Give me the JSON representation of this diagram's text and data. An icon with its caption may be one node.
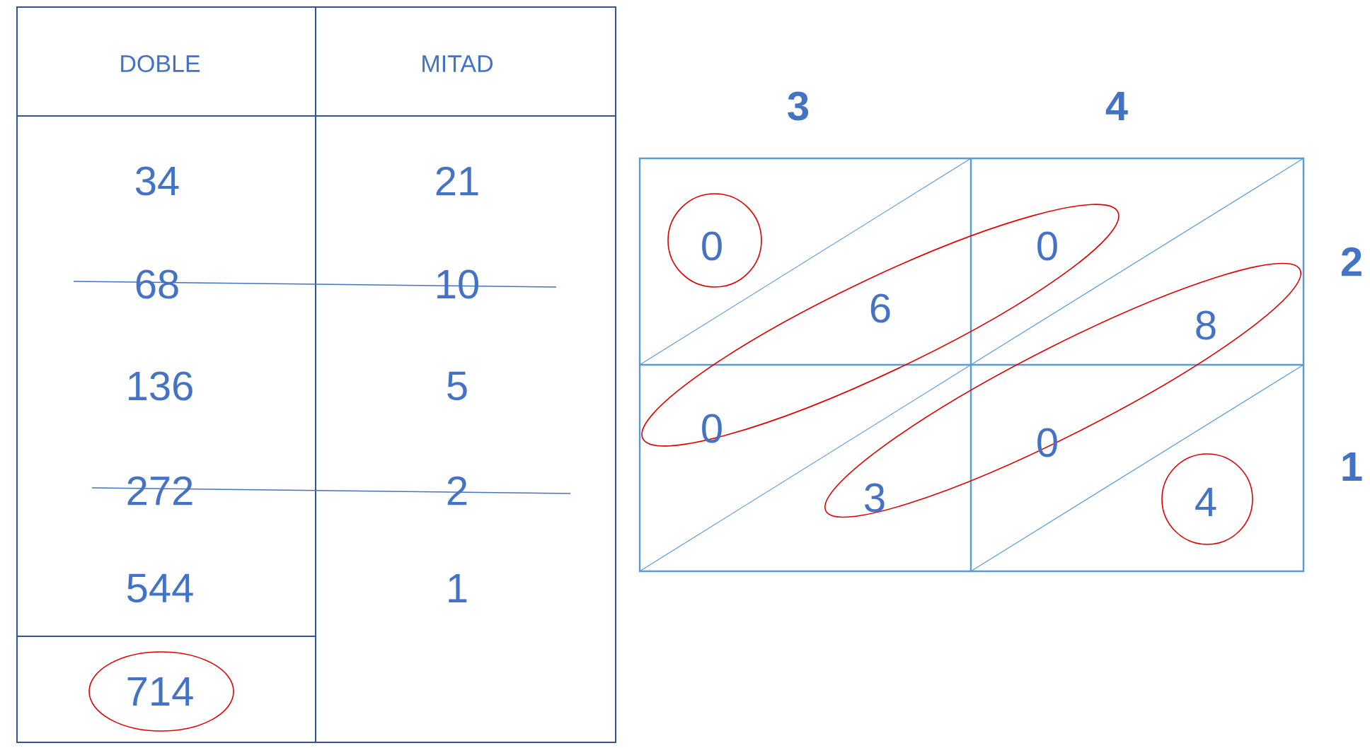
{
  "diagram": {
    "labels": [
      "DOBLE",
      "MITAD",
      "34",
      "21",
      "68",
      "10",
      "136",
      "5",
      "272",
      "2",
      "544",
      "1",
      "714",
      "3",
      "4",
      "0",
      "0",
      "2",
      "6",
      "8",
      "0",
      "0",
      "1",
      "3",
      "4"
    ]
  }
}
